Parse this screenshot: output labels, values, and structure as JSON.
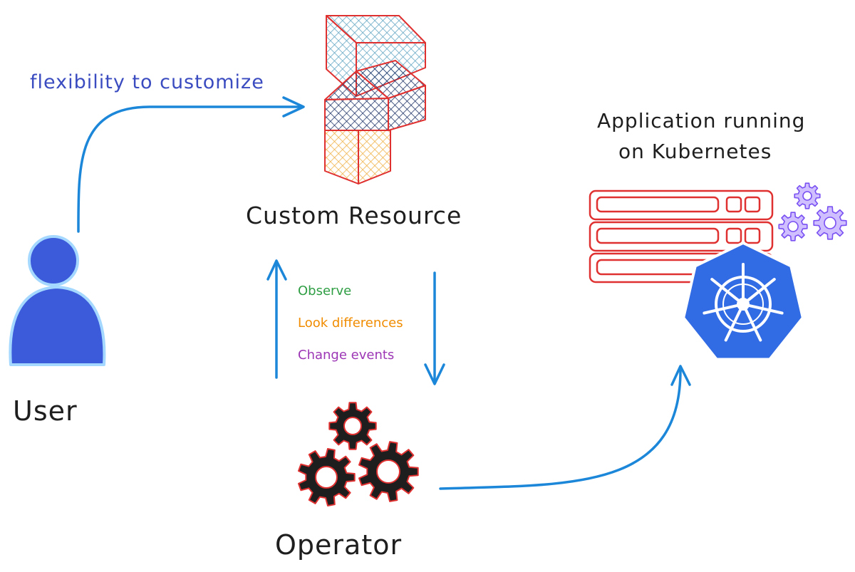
{
  "labels": {
    "user": "User",
    "custom_resource": "Custom Resource",
    "operator": "Operator",
    "application_line1": "Application running",
    "application_line2": "on Kubernetes",
    "flexibility": "flexibility to customize",
    "observe": "Observe",
    "look_differences": "Look differences",
    "change_events": "Change events"
  },
  "colors": {
    "arrow": "#1c87d9",
    "user_fill": "#3b5bdb",
    "user_outline": "#a5d8ff",
    "flexibility_text": "#3b4cc0",
    "observe_text": "#2f9e44",
    "look_differences_text": "#f08c00",
    "change_events_text": "#9c36b5",
    "red_outline": "#e03131",
    "gear_fill": "#1e1e1e",
    "gear_outline": "#e03131",
    "kubernetes_blue": "#326ce5",
    "small_gear_fill": "#d0bfff",
    "small_gear_outline": "#7950f2",
    "hatch_cyan": "#66a8c4",
    "hatch_navy": "#24386b",
    "hatch_orange": "#f0b44c"
  },
  "icons": {
    "user": "user-person-icon",
    "custom_resource": "stacked-boxes-icon",
    "operator": "gears-icon",
    "servers": "server-rack-icon",
    "kubernetes": "kubernetes-helm-icon",
    "small_gears": "small-gears-icon"
  }
}
